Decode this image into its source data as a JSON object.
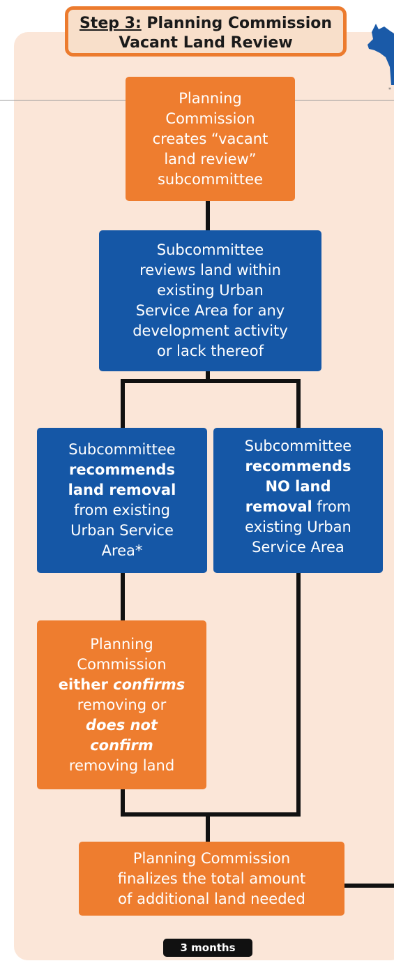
{
  "header": {
    "step_prefix": "Step 3:",
    "title_line1": "Planning Commission",
    "title_line2": "Vacant Land Review"
  },
  "nodes": {
    "create_subcommittee": [
      "Planning",
      "Commission",
      "creates “vacant",
      "land review”",
      "subcommittee"
    ],
    "review_land": [
      "Subcommittee",
      "reviews land within",
      "existing Urban",
      "Service Area for any",
      "development activity",
      "or lack thereof"
    ],
    "recommend_removal": {
      "l1": "Subcommittee",
      "l2": "recommends",
      "l3": "land removal",
      "l4": "from existing",
      "l5": "Urban Service",
      "l6": "Area*"
    },
    "recommend_no_removal": {
      "l1": "Subcommittee",
      "l2": "recommends",
      "l3": "NO land",
      "l4_bold": "removal",
      "l4_rest": " from",
      "l5": "existing Urban",
      "l6": "Service Area"
    },
    "confirm": {
      "l1": "Planning",
      "l2": "Commission",
      "l3_bold": "either ",
      "l3_italic": "confirms",
      "l4": "removing or",
      "l5": "does not",
      "l6": "confirm",
      "l7": "removing land"
    },
    "finalize": [
      "Planning Commission",
      "finalizes the total amount",
      "of additional land needed"
    ]
  },
  "duration_badge": "3 months",
  "footnote_marker": "*",
  "colors": {
    "orange": "#ee7d2f",
    "blue": "#1557a6",
    "panel": "#fbe6d8",
    "connector": "#111111"
  }
}
